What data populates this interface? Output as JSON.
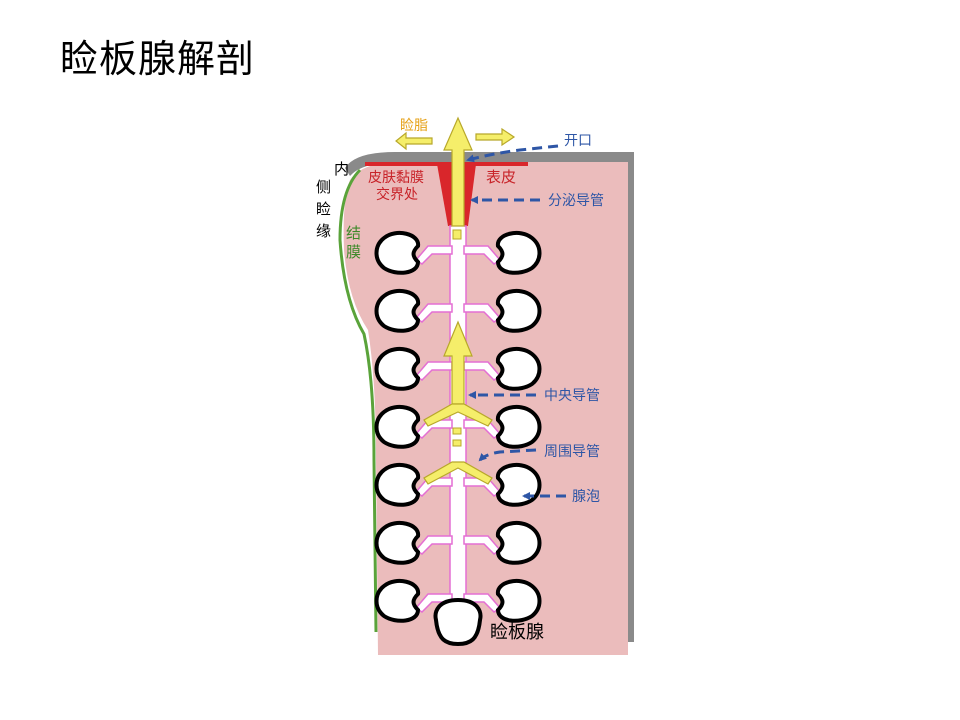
{
  "title": "睑板腺解剖",
  "diagram": {
    "labels": {
      "meibum": "睑脂",
      "orifice": "开口",
      "mucocutaneous_junction_1": "皮肤黏膜",
      "mucocutaneous_junction_2": "交界处",
      "epidermis": "表皮",
      "excretory_duct": "分泌导管",
      "medial_lid_margin_chars": [
        "内",
        "侧",
        "睑",
        "缘"
      ],
      "conjunctiva_chars": [
        "结",
        "膜"
      ],
      "central_duct": "中央导管",
      "peripheral_duct": "周围导管",
      "acinus": "腺泡",
      "meibomian_gland": "睑板腺"
    },
    "colors": {
      "tissue": "#ebbcbc",
      "lid_margin": "#8a8a8a",
      "epidermis": "#d9262b",
      "conjunctiva": "#5aa33a",
      "duct": "#ffffff",
      "duct_edge": "#e46fd3",
      "arrow_fill": "#f5ee6a",
      "arrow_stroke": "#b8a82a",
      "annotation": "#2e56a6",
      "meibum_label": "#e6a21a",
      "epidermis_label": "#c8242a",
      "conjunctiva_label": "#3e8a2a"
    },
    "acini_rows": 7
  }
}
